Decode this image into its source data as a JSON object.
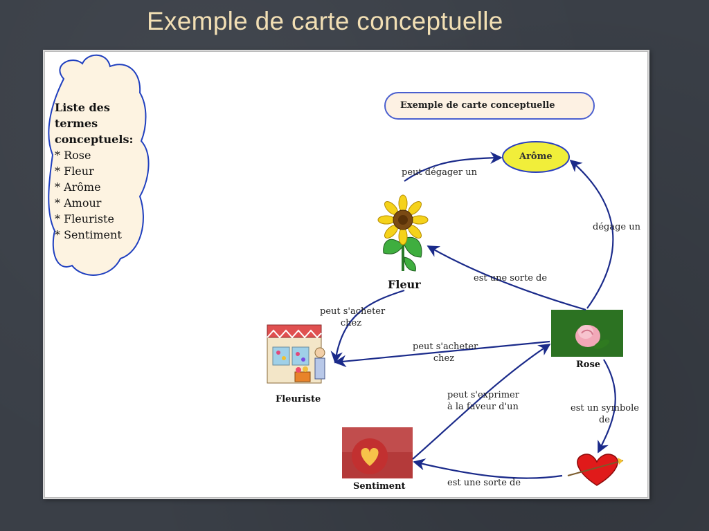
{
  "slide": {
    "title": "Exemple de carte conceptuelle"
  },
  "map": {
    "title_box": "Exemple de carte conceptuelle",
    "term_list": {
      "heading_lines": [
        "Liste des",
        "termes",
        "conceptuels:"
      ],
      "items": [
        "* Rose",
        "* Fleur",
        "* Arôme",
        "* Amour",
        "* Fleuriste",
        "* Sentiment"
      ]
    },
    "nodes": {
      "arome": "Arôme",
      "fleur": "Fleur",
      "rose": "Rose",
      "fleuriste": "Fleuriste",
      "sentiment": "Sentiment"
    },
    "links": {
      "fleur_arome": "peut dégager un",
      "rose_arome": "dégage un",
      "rose_fleur": "est une sorte de",
      "fleur_fleuriste_1": "peut s'acheter",
      "fleur_fleuriste_2": "chez",
      "rose_fleuriste_1": "peut s'acheter",
      "rose_fleuriste_2": "chez",
      "sentiment_rose_1": "peut s'exprimer",
      "sentiment_rose_2": "à la faveur d'un",
      "rose_amour_1": "est un symbole",
      "rose_amour_2": "de",
      "amour_sentiment": "est une sorte de"
    },
    "colors": {
      "arrow": "#1a2a8a",
      "arome_fill": "#f1ee3a",
      "cloud_fill": "#fdf3e1",
      "cloud_stroke": "#1f3fbf"
    }
  }
}
